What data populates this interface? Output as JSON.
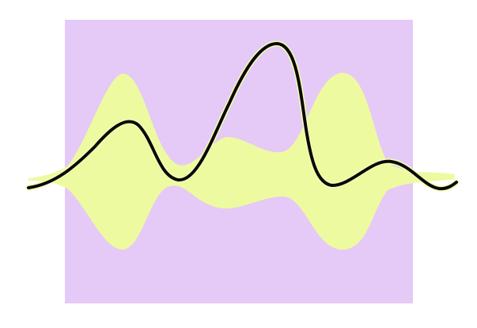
{
  "colors": {
    "background": "#ffffff",
    "panel": "#e5c9f6",
    "ribbon": "#eefaa0",
    "curve": "#0a0a0a",
    "curve_glow": "#f4ffb0"
  },
  "shapes": [
    "lavender-rectangle",
    "yellow-ribbon",
    "black-wave-curve"
  ]
}
